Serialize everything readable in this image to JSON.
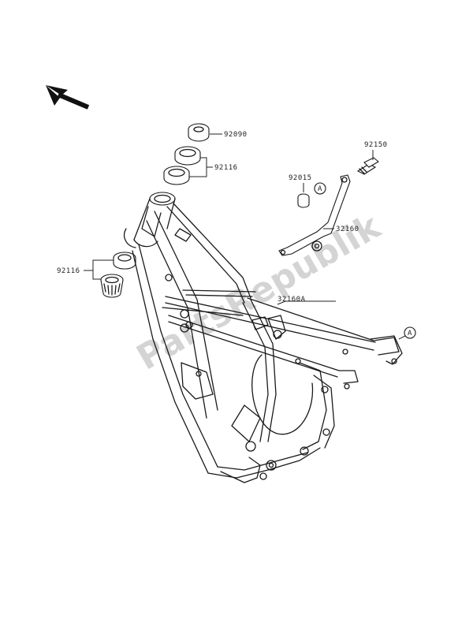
{
  "parts": {
    "p92090": "92090",
    "p92116_top": "92116",
    "p92116_left": "92116",
    "p92015": "92015",
    "p92150": "92150",
    "p32160": "32160",
    "p32160A": "32160A"
  },
  "markers": {
    "a1": "A",
    "a2": "A"
  },
  "watermark": "PartsRepublik"
}
